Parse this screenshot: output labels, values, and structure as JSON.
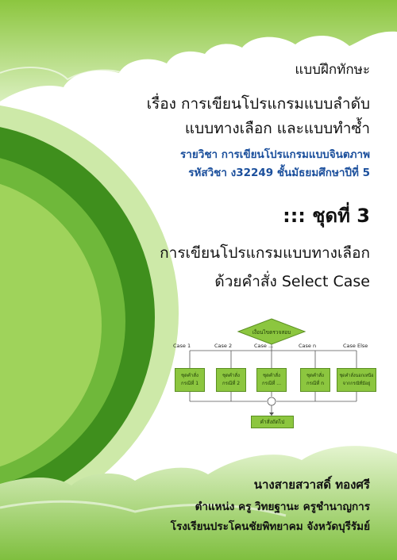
{
  "header": {
    "title": "แบบฝึกทักษะ",
    "subject_line1": "เรื่อง การเขียนโปรแกรมแบบลำดับ",
    "subject_line2": "แบบทางเลือก และแบบทำซ้ำ",
    "course": "รายวิชา การเขียนโปรแกรมแบบจินตภาพ",
    "code": "รหัสวิชา ง32249  ชั้นมัธยมศึกษาปีที่ 5"
  },
  "set": {
    "label": "::: ชุดที่ 3"
  },
  "topic": {
    "line1": "การเขียนโปรแกรมแบบทางเลือก",
    "line2": "ด้วยคำสั่ง Select Case"
  },
  "flowchart": {
    "condition": "เงื่อนไขตรวจสอบ",
    "case_labels": [
      "Case 1",
      "Case 2",
      "Case ...",
      "Case n",
      "Case Else"
    ],
    "boxes": [
      [
        "ชุดคำสั่ง",
        "กรณีที่ 1"
      ],
      [
        "ชุดคำสั่ง",
        "กรณีที่ 2"
      ],
      [
        "ชุดคำสั่ง",
        "กรณีที่ ..."
      ],
      [
        "ชุดคำสั่ง",
        "กรณีที่ n"
      ],
      [
        "ชุดคำสั่งนอกเหนือ",
        "จากกรณีที่มีอยู่"
      ]
    ],
    "next": "คำสั่งถัดไป"
  },
  "author": {
    "name": "นางสายสวาสดิ์  ทองศรี",
    "position": "ตำแหน่ง  ครู  วิทยฐานะ ครูชำนาญการ",
    "school": "โรงเรียนประโคนชัยพิทยาคม จังหวัดบุรีรัมย์"
  },
  "colors": {
    "dark_green": "#3f8f1d",
    "mid_green": "#6fb83a",
    "light_green": "#9fd35b",
    "pale_green": "#c5e69a",
    "blue_text": "#1b4f9c"
  }
}
